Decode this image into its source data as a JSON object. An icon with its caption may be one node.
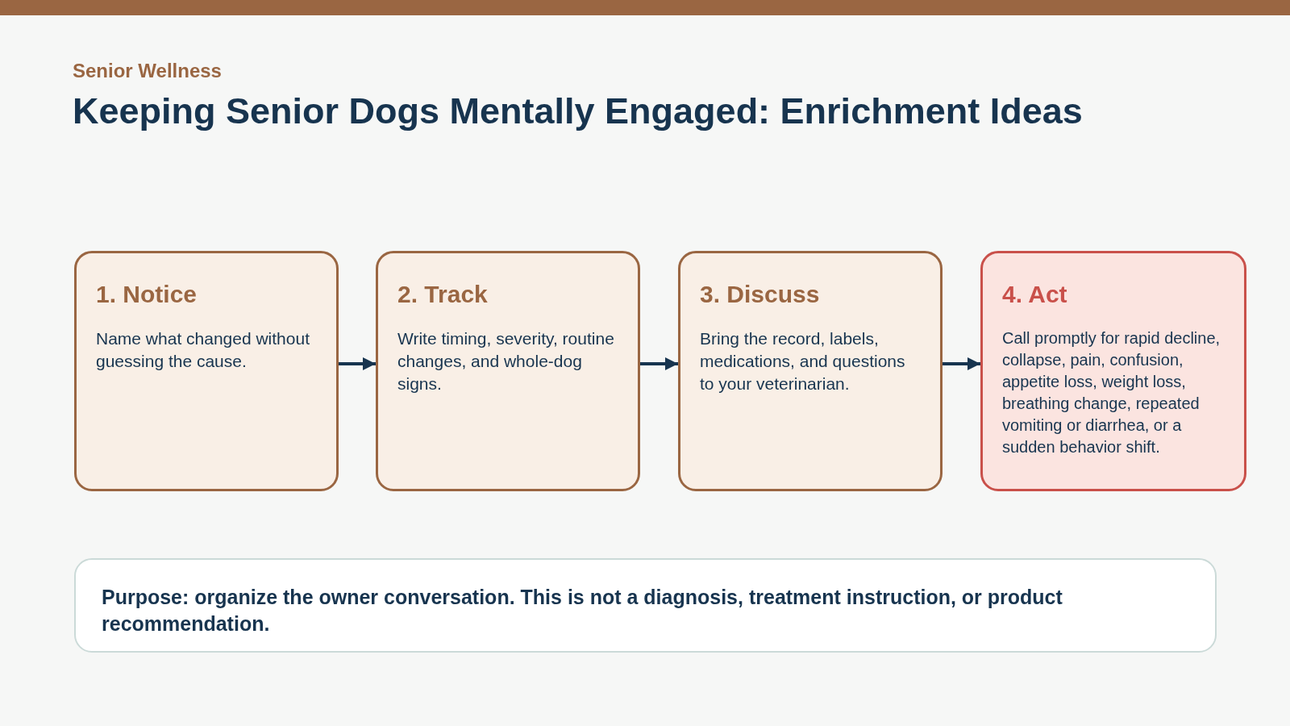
{
  "diagram": {
    "title": "Keeping Senior Dogs Mentally Engaged: Enrichment Ideas",
    "nodes": [
      {
        "text": [
          "1. Notice",
          "Name what changed without guessing the cause."
        ]
      },
      {
        "text": [
          "2. Track",
          "Write timing, severity, routine changes, and whole-dog signs."
        ]
      },
      {
        "text": [
          "3. Discuss",
          "Bring the record, labels, medications, and questions to your veterinarian."
        ]
      },
      {
        "text": [
          "4. Act",
          "Call promptly for rapid decline, collapse, pain, confusion, appetite loss, weight loss, breathing change, repeated vomiting or diarrhea, or a sudden behavior shift."
        ]
      },
      {
        "text": [
          "Purpose: organize the owner conversation. This is not a diagnosis, treatment instruction, or product recommendation."
        ]
      }
    ],
    "edges": [
      {
        "from": 0,
        "to": 1,
        "arrow": "to"
      },
      {
        "from": 1,
        "to": 2,
        "arrow": "to"
      },
      {
        "from": 2,
        "to": 3,
        "arrow": "to"
      }
    ],
    "labels": [
      "Senior Wellness"
    ]
  }
}
